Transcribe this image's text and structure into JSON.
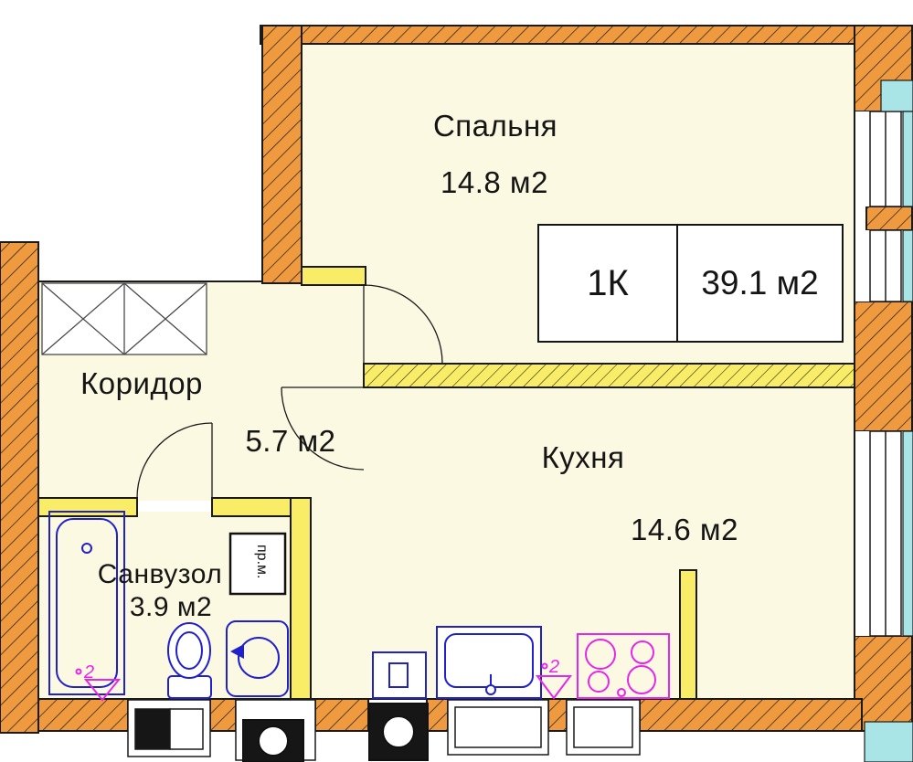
{
  "info_box": {
    "type_label": "1К",
    "total_area": "39.1 м2"
  },
  "rooms": {
    "bedroom": {
      "name": "Спальня",
      "area": "14.8 м2"
    },
    "corridor": {
      "name": "Коридор",
      "area": "5.7 м2"
    },
    "kitchen": {
      "name": "Кухня",
      "area": "14.6 м2"
    },
    "bathroom": {
      "name": "Санвузол",
      "area": "3.9 м2"
    }
  },
  "annotations": {
    "washing_machine": "пр.м.",
    "bath_vent": "2",
    "kitchen_vent": "2"
  },
  "colors": {
    "wall_orange": "#EF9A3F",
    "partition_yellow": "#F9ED67",
    "floor_cream": "#FCF9E2",
    "window_cyan": "#A9E4E6",
    "fixture_blue": "#2020CC",
    "fixture_magenta": "#E826E8"
  }
}
